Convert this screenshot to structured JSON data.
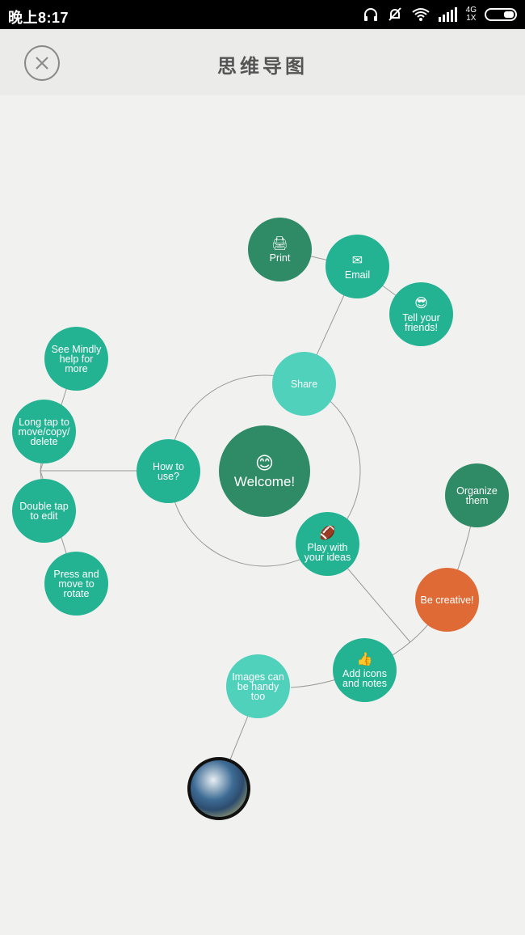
{
  "status_bar": {
    "time": "晚上8:17",
    "network_top": "4G",
    "network_bottom": "1X"
  },
  "header": {
    "title": "思维导图",
    "close_icon": "close-x-icon"
  },
  "colors": {
    "dark_green": "#2e8b65",
    "teal": "#23b392",
    "light_teal": "#4fd1bc",
    "orange": "#e06a35"
  },
  "nodes": {
    "welcome": "Welcome!",
    "share": "Share",
    "print": "Print",
    "email": "Email",
    "tell_friends": "Tell your friends!",
    "how_to_use": "How to use?",
    "see_help": "See Mindly help for more",
    "long_tap": "Long tap to move/copy/ delete",
    "double_tap": "Double tap to edit",
    "press_move": "Press and move to rotate",
    "play_ideas": "Play with your ideas",
    "be_creative": "Be creative!",
    "organize": "Organize them",
    "add_icons": "Add icons and notes",
    "images_handy": "Images can be handy too"
  }
}
